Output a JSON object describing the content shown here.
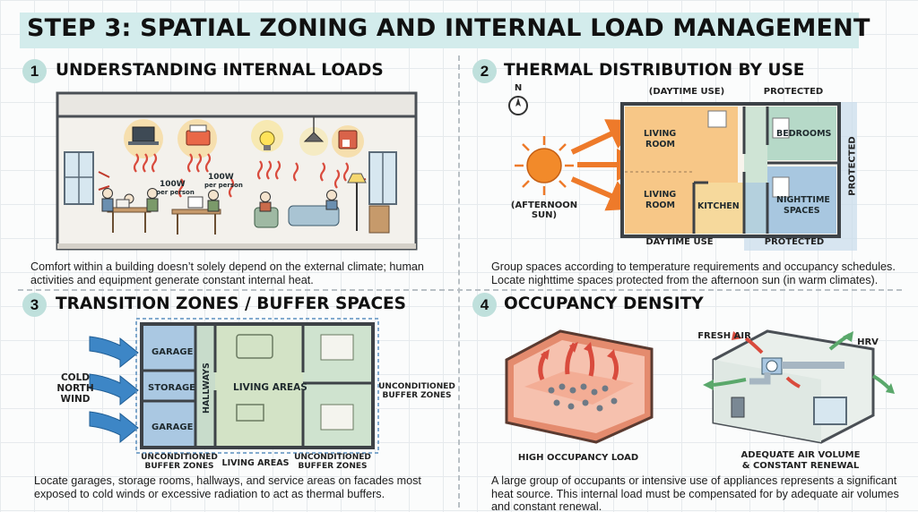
{
  "title": "STEP 3: SPATIAL ZONING AND INTERNAL LOAD MANAGEMENT",
  "colors": {
    "title_band": "#d3ecec",
    "number_badge": "#bfe0dc",
    "warm_zone": "#f7c787",
    "protected_zone": "#bcd3e4",
    "buffer_blue": "#aac8e2",
    "arrow_orange": "#ee7a2a",
    "heat_red": "#d94b3d",
    "wind_blue": "#3d86c6"
  },
  "sections": [
    {
      "number": "1",
      "title": "UNDERSTANDING INTERNAL LOADS",
      "text": "Comfort within a building doesn’t solely depend on the external climate; human activities and equipment generate constant internal heat.",
      "labels": [
        "100W",
        "per person",
        "100W",
        "per person"
      ],
      "icons": [
        "laptop-icon",
        "printer-icon",
        "lightbulb-icon",
        "pendant-lamp-icon",
        "coffee-machine-icon",
        "heat-wave-icon",
        "window-icon",
        "person-icon"
      ]
    },
    {
      "number": "2",
      "title": "THERMAL DISTRIBUTION BY USE",
      "text": "Group spaces according to temperature requirements and occupancy schedules. Locate nighttime spaces protected from the afternoon sun (in warm climates).",
      "compass": "N",
      "sun_label": [
        "(AFTERNOON",
        "SUN)"
      ],
      "top_label_day": "(DAYTIME USE)",
      "top_label_protected": "PROTECTED",
      "side_label_protected": "PROTECTED",
      "bottom_label_day": "DAYTIME USE",
      "bottom_label_protected": "PROTECTED",
      "rooms": {
        "living_room_1": [
          "LIVING",
          "ROOM"
        ],
        "living_room_2": [
          "LIVING",
          "ROOM"
        ],
        "kitchen": "KITCHEN",
        "bedrooms": "BEDROOMS",
        "nighttime_spaces": [
          "NIGHTTIME",
          "SPACES"
        ]
      }
    },
    {
      "number": "3",
      "title": "TRANSITION ZONES / BUFFER SPACES",
      "text": "Locate garages, storage rooms, hallways, and service areas on facades most exposed to cold winds or excessive radiation to act as thermal buffers.",
      "wind_label": [
        "COLD",
        "NORTH",
        "WIND"
      ],
      "rooms": {
        "garage_1": "GARAGE",
        "storage": "STORAGE",
        "garage_2": "GARAGE",
        "hallways": "HALLWAYS",
        "living_areas": "LIVING AREAS"
      },
      "right_label": [
        "UNCONDITIONED",
        "BUFFER ZONES"
      ],
      "bottom_labels": {
        "left": [
          "UNCONDITIONED",
          "BUFFER ZONES"
        ],
        "middle": "LIVING AREAS",
        "right": [
          "UNCONDITIONED",
          "BUFFER ZONES"
        ]
      }
    },
    {
      "number": "4",
      "title": "OCCUPANCY DENSITY",
      "text": "A large group of occupants or intensive use of appliances represents a significant heat source. This internal load must be compensated for by adequate air volumes and constant renewal.",
      "fresh_air": "FRESH AIR",
      "hrv": "HRV",
      "left_caption": "HIGH OCCUPANCY LOAD",
      "right_caption": [
        "ADEQUATE AIR VOLUME",
        "& CONSTANT RENEWAL"
      ]
    }
  ]
}
